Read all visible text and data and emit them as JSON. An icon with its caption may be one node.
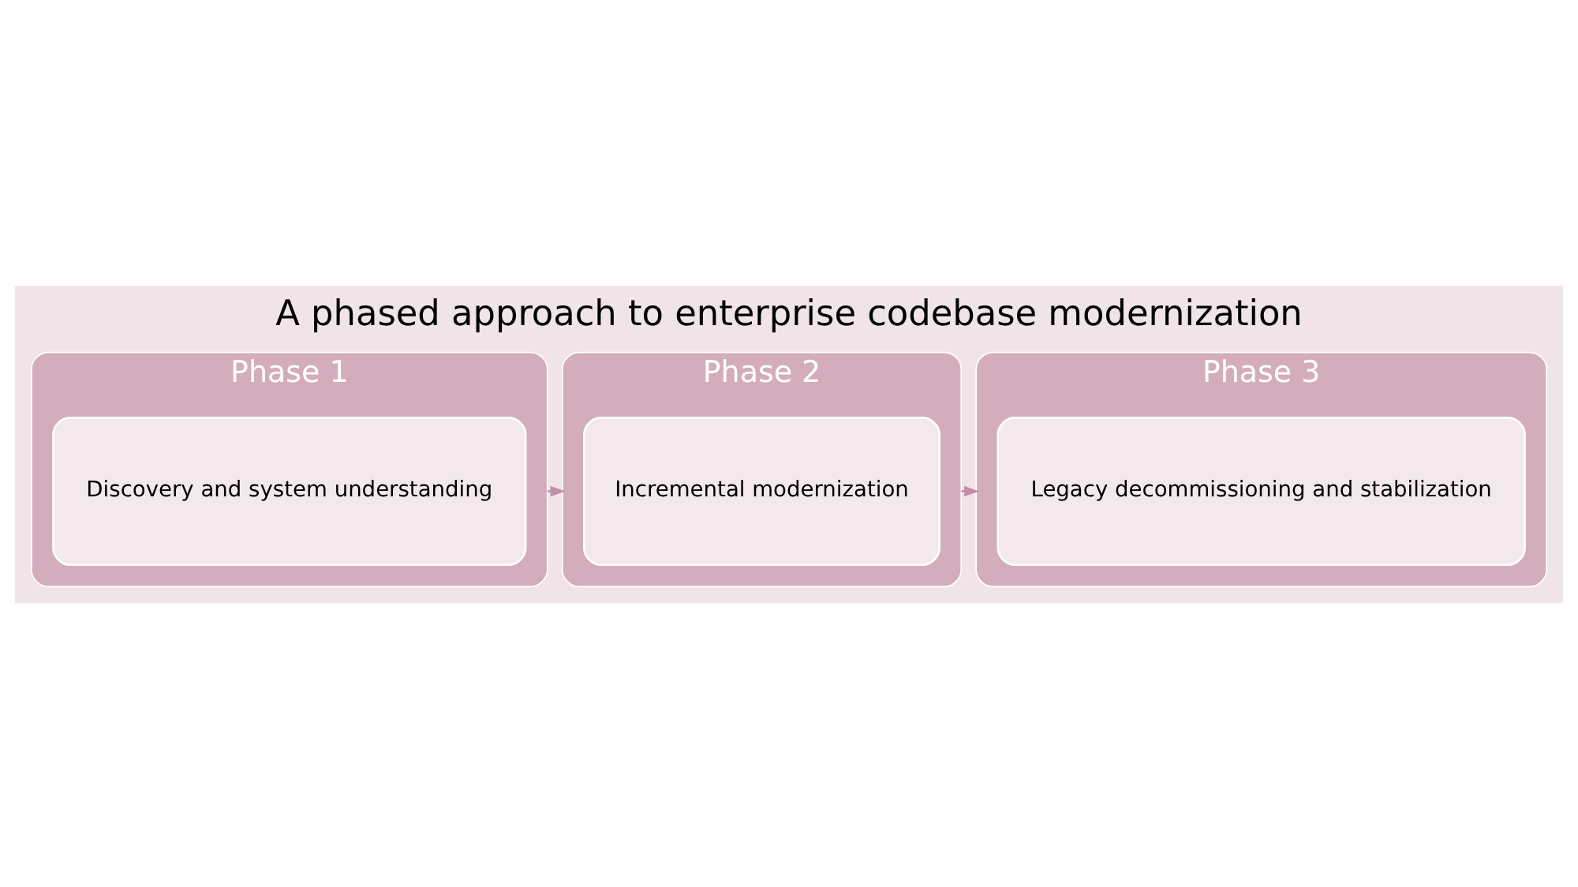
{
  "diagram": {
    "title": "A phased approach to enterprise codebase modernization",
    "nodes": [
      {
        "text": [
          "Phase 1"
        ]
      },
      {
        "text": [
          "Discovery and system understanding"
        ],
        "in": 0
      },
      {
        "text": [
          "Phase 2"
        ]
      },
      {
        "text": [
          "Incremental modernization"
        ],
        "in": 2
      },
      {
        "text": [
          "Phase 3"
        ]
      },
      {
        "text": [
          "Legacy decommissioning and stabilization"
        ],
        "in": 4
      }
    ],
    "edges": [
      {
        "from": 0,
        "to": 2,
        "arrow": "to"
      },
      {
        "from": 2,
        "to": 4,
        "arrow": "to"
      }
    ]
  }
}
